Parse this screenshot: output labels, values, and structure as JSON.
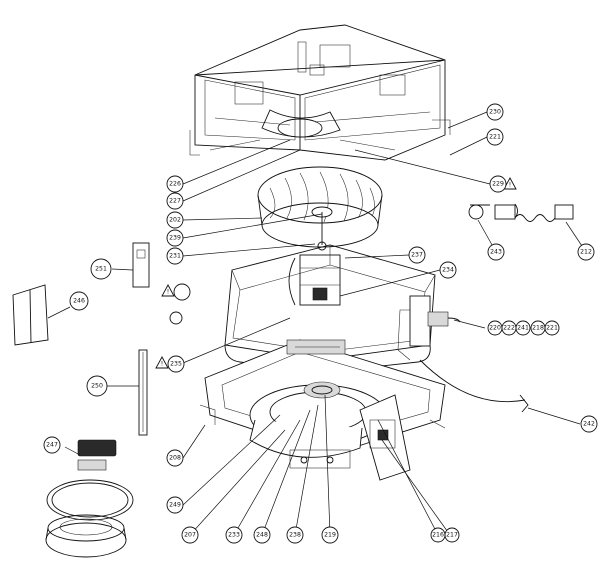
{
  "diagram": {
    "callouts": [
      "230",
      "221",
      "226",
      "227",
      "229",
      "202",
      "239",
      "231",
      "237",
      "234",
      "243",
      "212",
      "251",
      "246",
      "220",
      "222",
      "241",
      "218",
      "221",
      "250",
      "235",
      "242",
      "247",
      "208",
      "249",
      "207",
      "233",
      "248",
      "238",
      "219",
      "216",
      "217"
    ],
    "warning_symbol": "!"
  }
}
